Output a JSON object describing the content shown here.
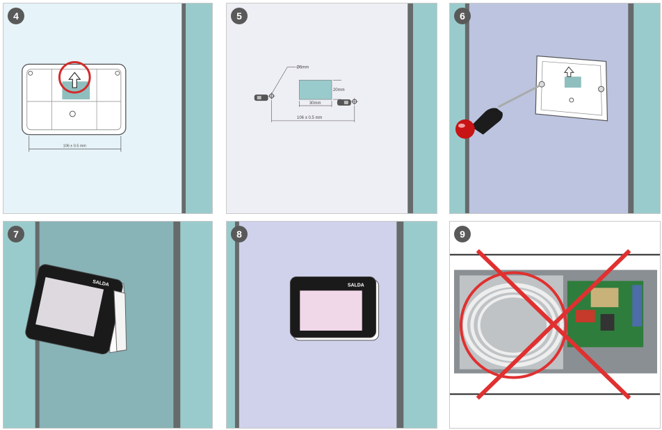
{
  "steps": [
    {
      "number": "4",
      "dimension": "106 ± 0.5 mm"
    },
    {
      "number": "5",
      "hole_label": "Ø6mm",
      "cutout_height": "20mm",
      "cutout_width": "30mm",
      "dimension": "106 ± 0.5 mm"
    },
    {
      "number": "6"
    },
    {
      "number": "7",
      "brand": "SALDA"
    },
    {
      "number": "8",
      "brand": "SALDA"
    },
    {
      "number": "9"
    }
  ],
  "colors": {
    "wall_teal": "#9acbcc",
    "wall_edge": "#666a6b",
    "panel4_bg": "#e6f3f8",
    "panel5_bg": "#eeeef5",
    "panel6_bg": "#bcc4e0",
    "panel7_bg": "#88b3b7",
    "panel8_bg": "#cfd2ea",
    "cross_red": "#e03030",
    "highlight_circle": "#d42a2a",
    "screwdriver_red": "#c81414"
  }
}
